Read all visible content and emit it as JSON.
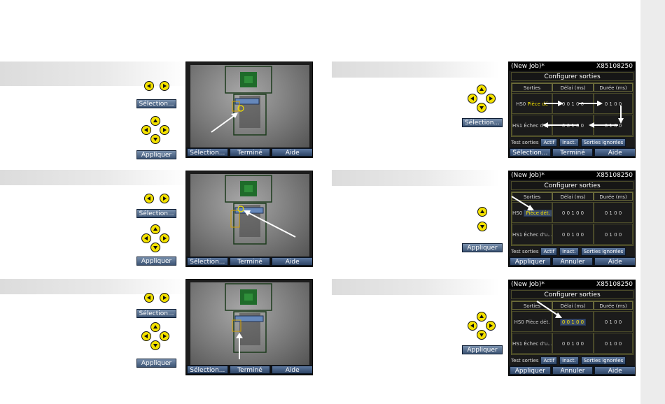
{
  "camera_bar": {
    "select": "Sélection...",
    "done": "Terminé",
    "help": "Aide"
  },
  "side_buttons": {
    "select": "Sélection...",
    "apply": "Appliquer"
  },
  "panel": {
    "job": "(New Job)*",
    "serial": "X85108250",
    "title": "Configurer sorties",
    "headers": [
      "Sorties",
      "Délai (ms)",
      "Durée (ms)"
    ],
    "row0_label": "HS0",
    "row0_name_full": "Pièce dét.",
    "row0_name_short": "Pièce dé",
    "row1_label": "HS1",
    "row1_name": "Échec d'u...",
    "delay": "0 0 1 0 0",
    "duration": "0 1 0 0",
    "test_label": "Test sorties",
    "btn_active": "Actif",
    "btn_inactive": "Inact.",
    "btn_ignored": "Sorties ignorées"
  },
  "panel_bar_1": {
    "a": "Sélection...",
    "b": "Terminé",
    "c": "Aide"
  },
  "panel_bar_2": {
    "a": "Appliquer",
    "b": "Annuler",
    "c": "Aide"
  }
}
